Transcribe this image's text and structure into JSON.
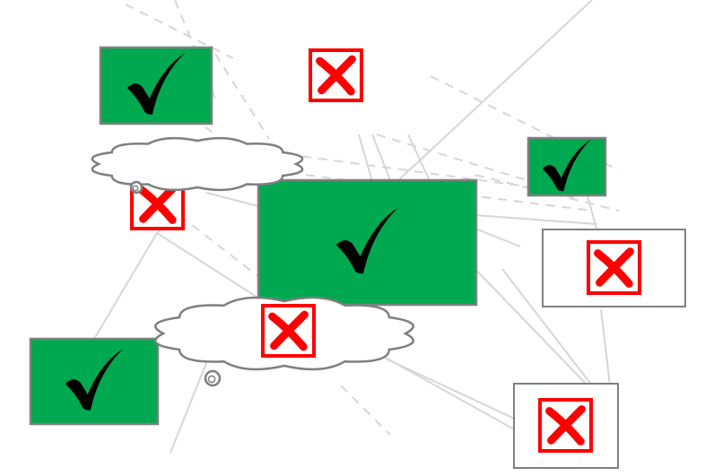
{
  "colors": {
    "background": "#ffffff",
    "check_fill": "#00a84f",
    "box_border": "#7f7f7f",
    "cross_red": "#ff0000",
    "line_gray": "#d6d6d6",
    "cloud_stroke": "#7f7f7f",
    "mark_black": "#000000"
  },
  "icons": {
    "check": "check-mark-icon",
    "cross": "cross-mark-icon",
    "cloud": "thought-cloud"
  },
  "nodes": [
    {
      "id": "check-box-top-left",
      "kind": "check"
    },
    {
      "id": "cross-top-center",
      "kind": "cross-bare"
    },
    {
      "id": "check-box-top-right",
      "kind": "check"
    },
    {
      "id": "cross-left-middle",
      "kind": "cross-bare"
    },
    {
      "id": "check-box-center",
      "kind": "check"
    },
    {
      "id": "cross-box-right",
      "kind": "cross-framed"
    },
    {
      "id": "check-box-bottom-left",
      "kind": "check"
    },
    {
      "id": "cross-cloud-center",
      "kind": "cross-bare"
    },
    {
      "id": "cross-box-bottom-right",
      "kind": "cross-framed"
    }
  ],
  "clouds": [
    {
      "id": "cloud-upper-left"
    },
    {
      "id": "cloud-lower-center"
    }
  ]
}
